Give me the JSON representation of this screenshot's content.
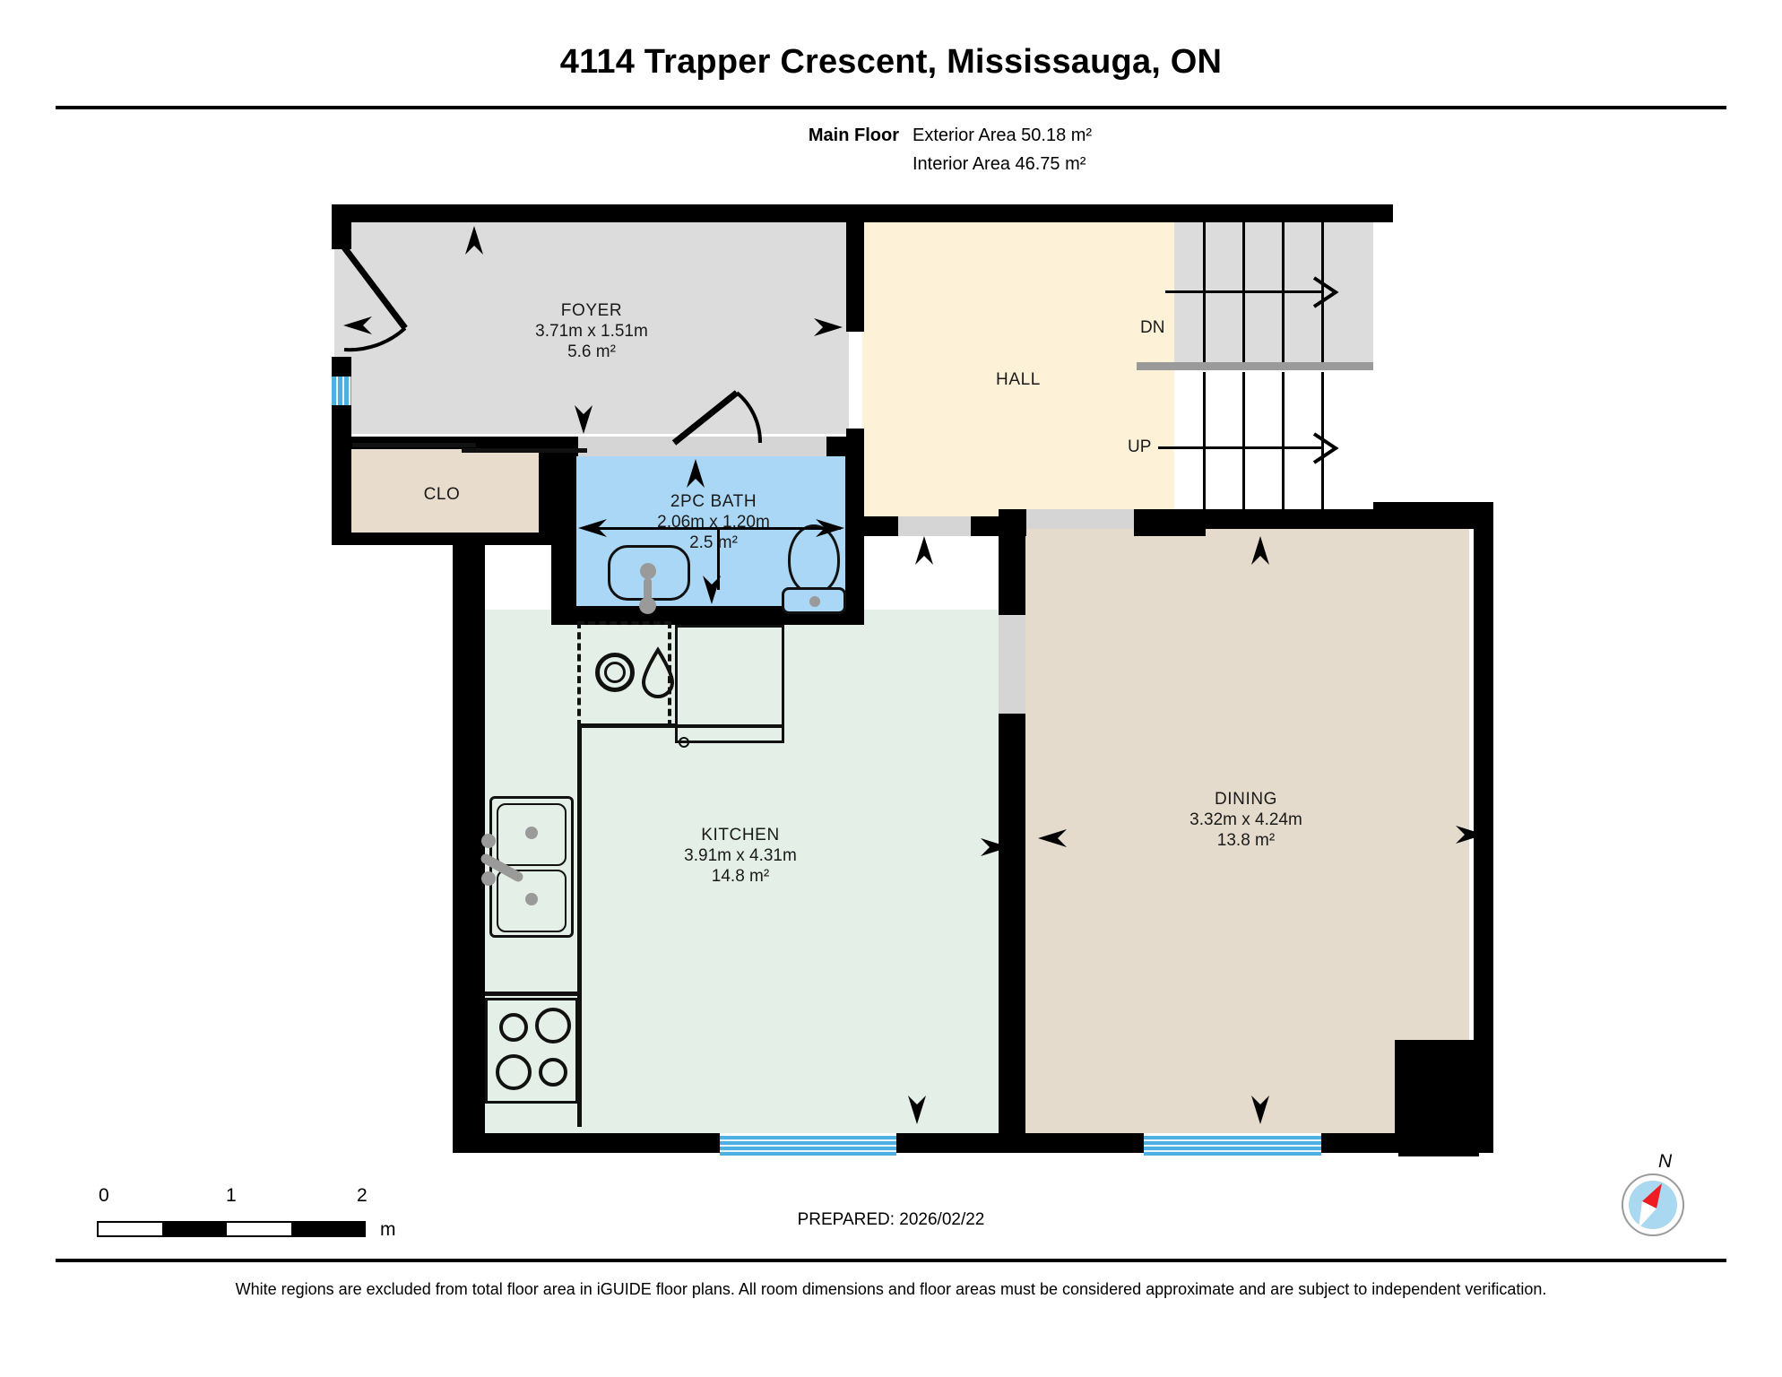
{
  "header": {
    "title": "4114 Trapper Crescent, Mississauga, ON",
    "floor_label": "Main Floor",
    "exterior_area": "Exterior Area 50.18 m²",
    "interior_area": "Interior Area 46.75 m²"
  },
  "rooms": [
    {
      "id": "foyer",
      "name": "FOYER",
      "dimensions": "3.71m x 1.51m",
      "area": "5.6 m²",
      "color": "#dcdcdc"
    },
    {
      "id": "clo",
      "name": "CLO",
      "dimensions": "",
      "area": "",
      "color": "#e8ddcd"
    },
    {
      "id": "bath",
      "name": "2PC BATH",
      "dimensions": "2.06m x 1.20m",
      "area": "2.5 m²",
      "color": "#aad7f5"
    },
    {
      "id": "hall",
      "name": "HALL",
      "dimensions": "",
      "area": "",
      "color": "#fdf2d8"
    },
    {
      "id": "kitchen",
      "name": "KITCHEN",
      "dimensions": "3.91m x 4.31m",
      "area": "14.8 m²",
      "color": "#e4efe8"
    },
    {
      "id": "dining",
      "name": "DINING",
      "dimensions": "3.32m x 4.24m",
      "area": "13.8 m²",
      "color": "#e5dbcc"
    }
  ],
  "stairs": {
    "down_label": "DN",
    "up_label": "UP",
    "down_fill": "#dcdcdc",
    "up_fill": "#ffffff"
  },
  "scale_bar": {
    "ticks": [
      "0",
      "1",
      "2"
    ],
    "unit": "m"
  },
  "footer": {
    "prepared": "PREPARED: 2026/02/22",
    "disclaimer": "White regions are excluded from total floor area in iGUIDE floor plans. All room dimensions and floor areas must be considered approximate and are subject to independent verification."
  },
  "compass": {
    "north_label": "N",
    "needle_color": "#ee1c23",
    "dial_color": "#a9d8f0"
  }
}
